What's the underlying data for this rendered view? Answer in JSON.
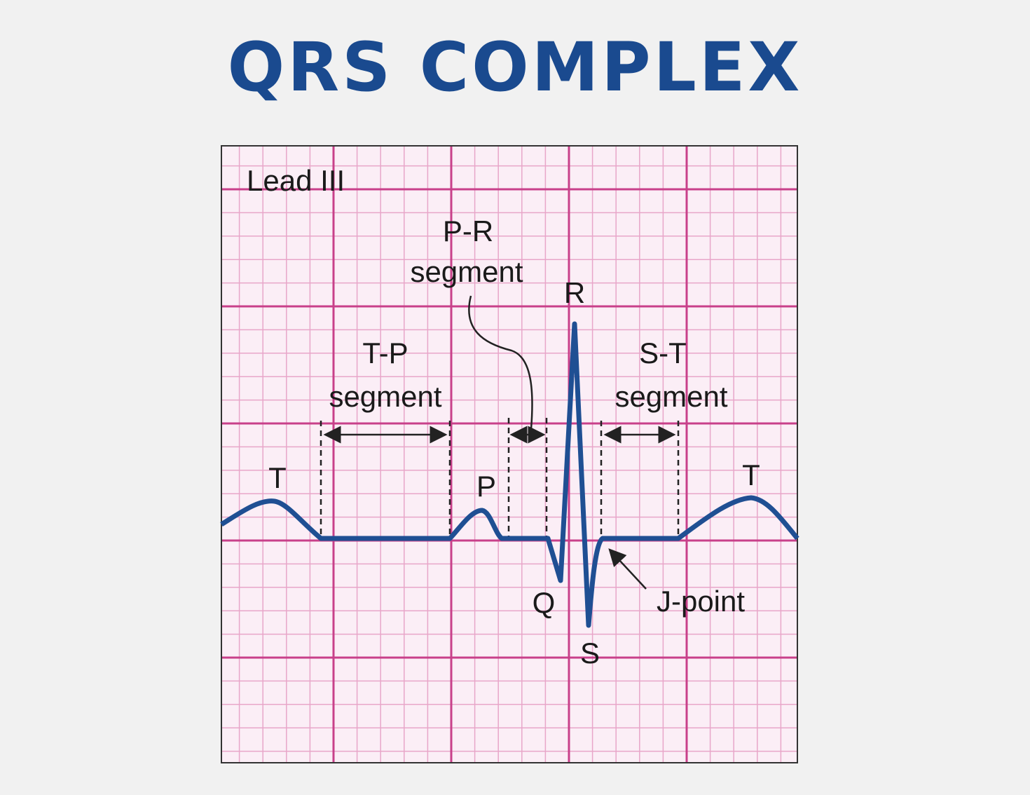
{
  "title": "QRS COMPLEX",
  "colors": {
    "title": "#1a4a8f",
    "trace": "#1f4f93",
    "grid_major": "#c8408a",
    "grid_minor": "#e8a6c9",
    "paper": "#fbeef6"
  },
  "labels": {
    "lead": "Lead III",
    "pr_line1": "P-R",
    "pr_line2": "segment",
    "tp_line1": "T-P",
    "tp_line2": "segment",
    "st_line1": "S-T",
    "st_line2": "segment",
    "r": "R",
    "q": "Q",
    "s": "S",
    "p": "P",
    "t_left": "T",
    "t_right": "T",
    "j_point": "J-point"
  }
}
